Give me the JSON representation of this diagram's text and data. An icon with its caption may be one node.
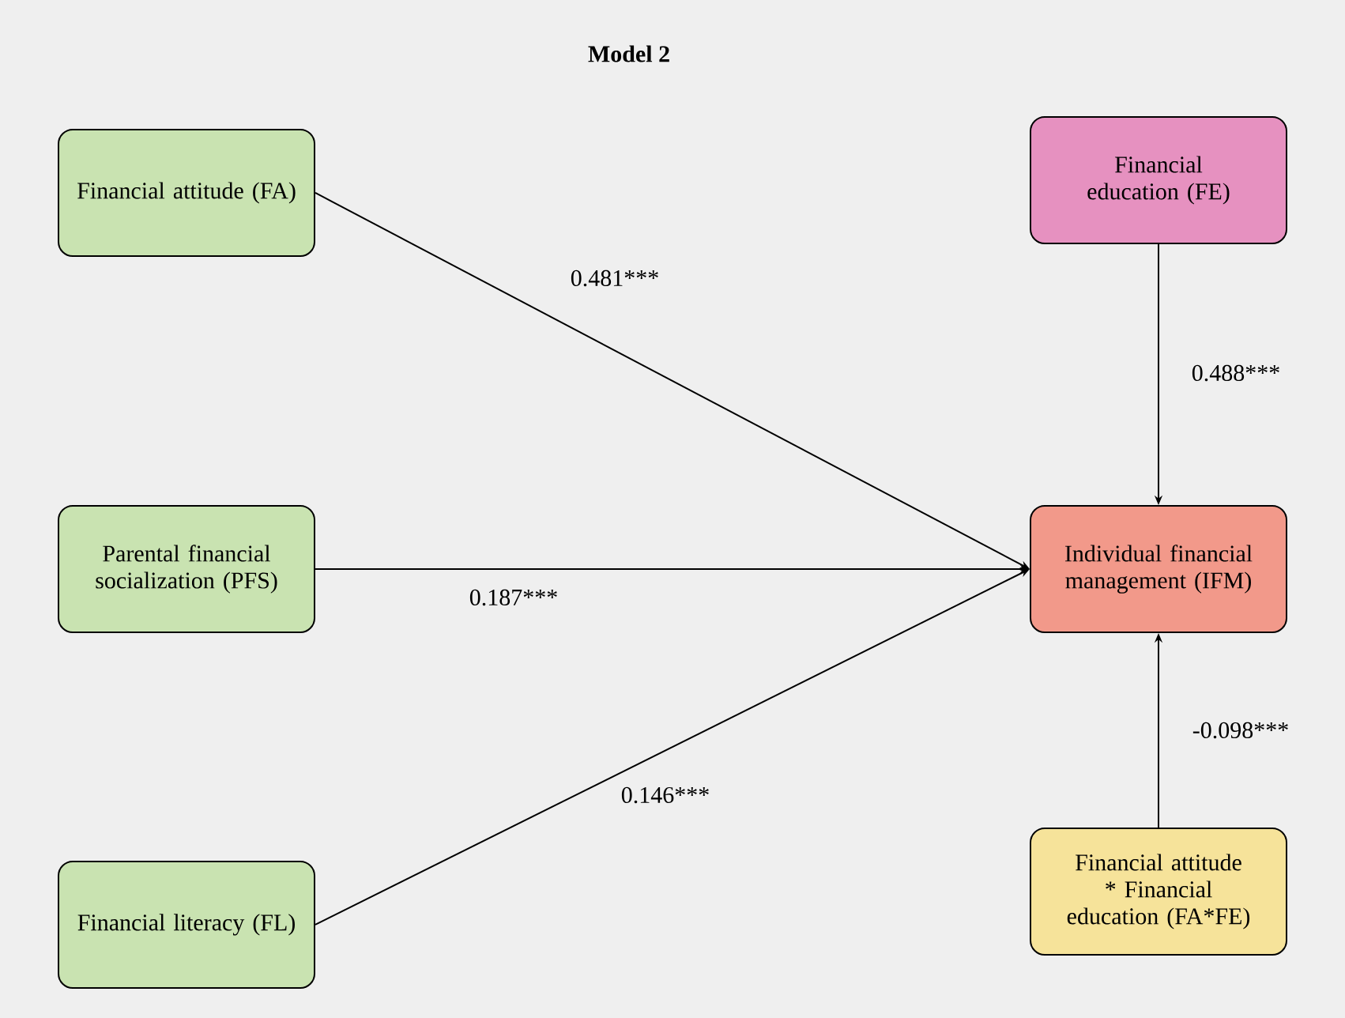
{
  "diagram": {
    "title": "Model 2",
    "nodes": [
      {
        "text": [
          "Financial attitude (FA)"
        ]
      },
      {
        "text": [
          "Financial education (FE)"
        ]
      },
      {
        "text": [
          "Parental financial socialization (PFS)"
        ]
      },
      {
        "text": [
          "Individual financial management (IFM)"
        ]
      },
      {
        "text": [
          "Financial literacy (FL)"
        ]
      },
      {
        "text": [
          "Financial attitude * Financial education (FA*FE)"
        ]
      }
    ],
    "edges": [
      {
        "from": 0,
        "to": 3,
        "arrow": "to",
        "label": "0.481***"
      },
      {
        "from": 2,
        "to": 3,
        "arrow": "to",
        "label": "0.187***"
      },
      {
        "from": 4,
        "to": 3,
        "arrow": "to",
        "label": "0.146***"
      },
      {
        "from": 1,
        "to": 3,
        "arrow": "to",
        "label": "0.488***"
      },
      {
        "from": 5,
        "to": 3,
        "arrow": "to",
        "label": "-0.098***"
      }
    ]
  }
}
